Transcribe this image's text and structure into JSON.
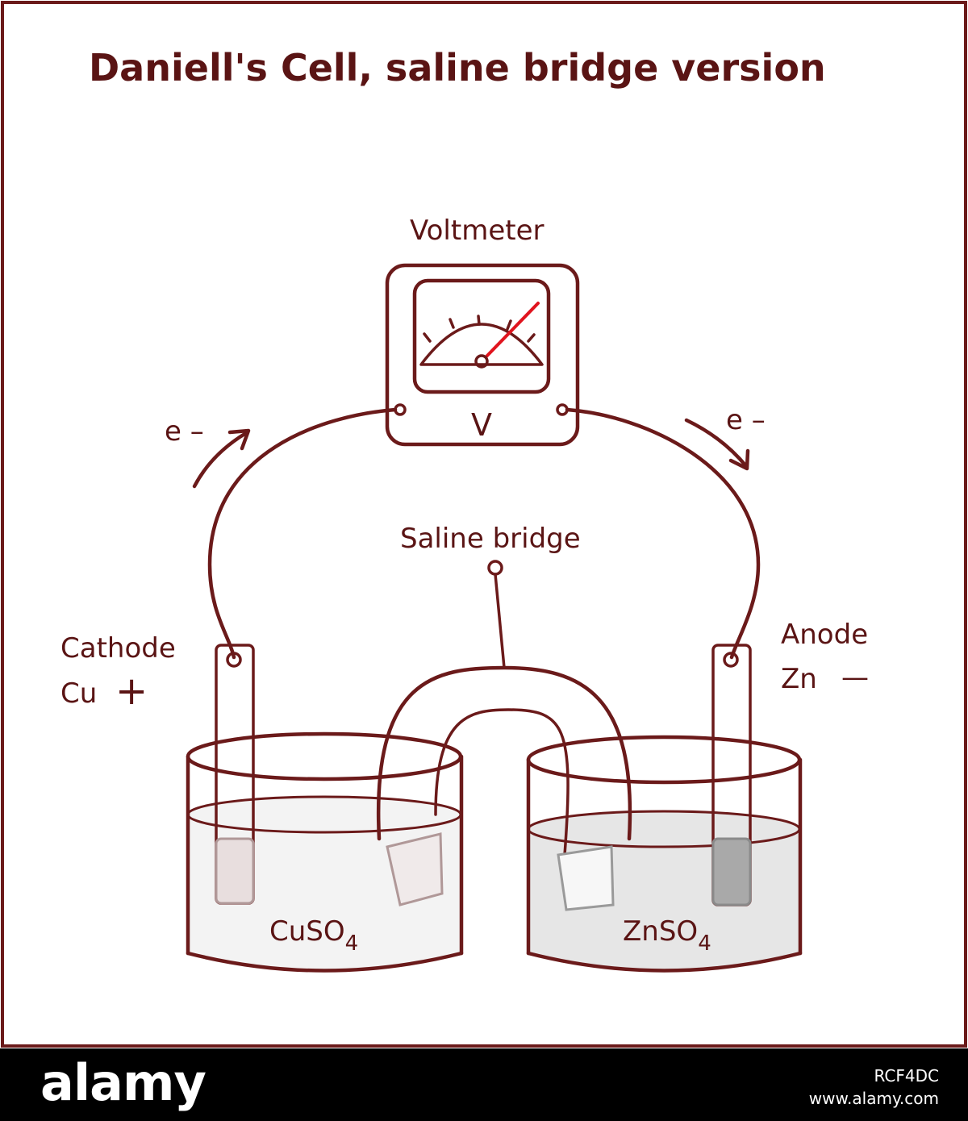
{
  "diagram": {
    "title": "Daniell's Cell, saline bridge version",
    "voltmeter_label": "Voltmeter",
    "voltmeter_symbol": "V",
    "electron_left": "e –",
    "electron_right": "e –",
    "saline_bridge_label": "Saline bridge",
    "cathode_label": "Cathode",
    "cathode_element": "Cu",
    "cathode_sign": "+",
    "anode_label": "Anode",
    "anode_element": "Zn",
    "anode_sign": "—",
    "left_solution": "CuSO",
    "left_solution_sub": "4",
    "right_solution": "ZnSO",
    "right_solution_sub": "4"
  },
  "colors": {
    "line": "#6b1a1a",
    "text": "#5a1414",
    "needle": "#e0141e",
    "zinc_solution": "#e6e6e6",
    "copper_solution": "#f3f3f3",
    "zinc_rod": "#a9a9a9"
  },
  "watermark": {
    "logo": "alamy",
    "image_id": "RCF4DC",
    "url": "www.alamy.com"
  }
}
